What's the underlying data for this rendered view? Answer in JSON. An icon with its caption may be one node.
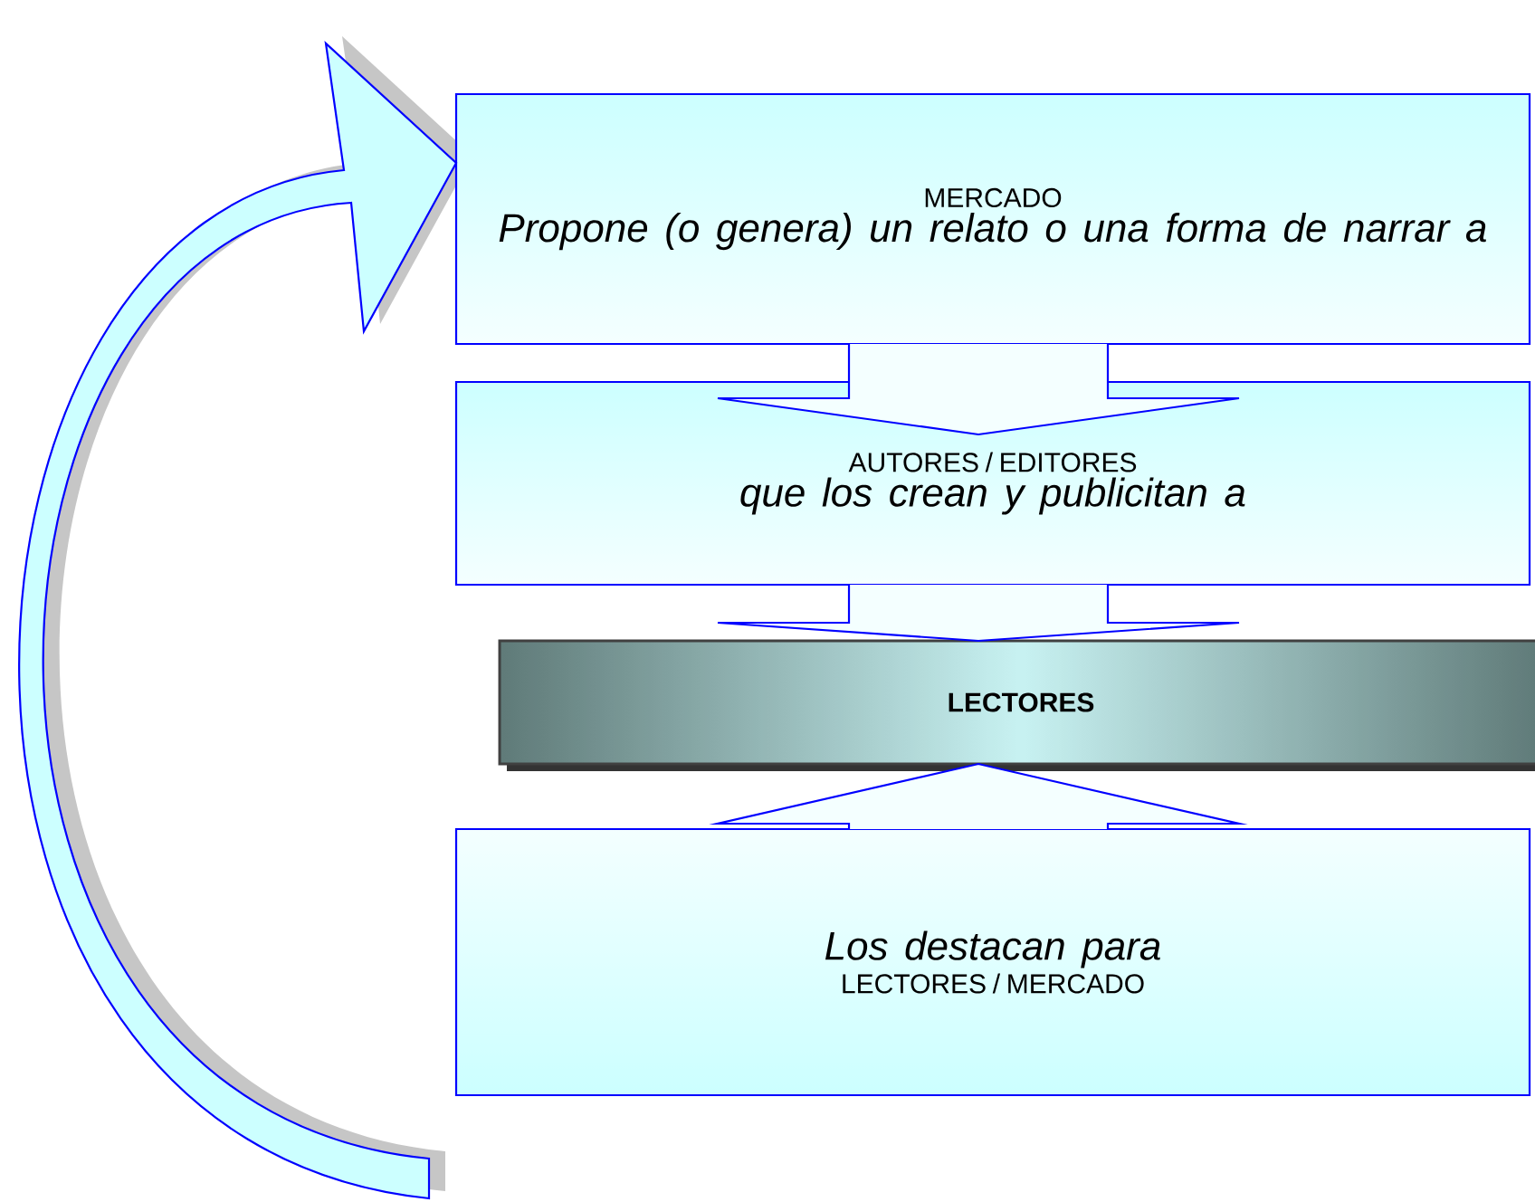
{
  "diagram": {
    "nodes": [
      {
        "text": [
          "MERCADO",
          "Propone (o genera) un relato o una forma de narrar a"
        ]
      },
      {
        "text": [
          "AUTORES / EDITORES",
          "que los crean y publicitan  a"
        ]
      },
      {
        "text": [
          "LECTORES"
        ]
      },
      {
        "text": [
          "Los destacan para",
          "LECTORES / MERCADO"
        ]
      }
    ],
    "edges": [
      {
        "from": 0,
        "to": 1,
        "arrow": "to"
      },
      {
        "from": 1,
        "to": 2,
        "arrow": "to"
      },
      {
        "from": 3,
        "to": 2,
        "arrow": "to"
      },
      {
        "from": 3,
        "to": 0,
        "arrow": "to"
      }
    ]
  }
}
